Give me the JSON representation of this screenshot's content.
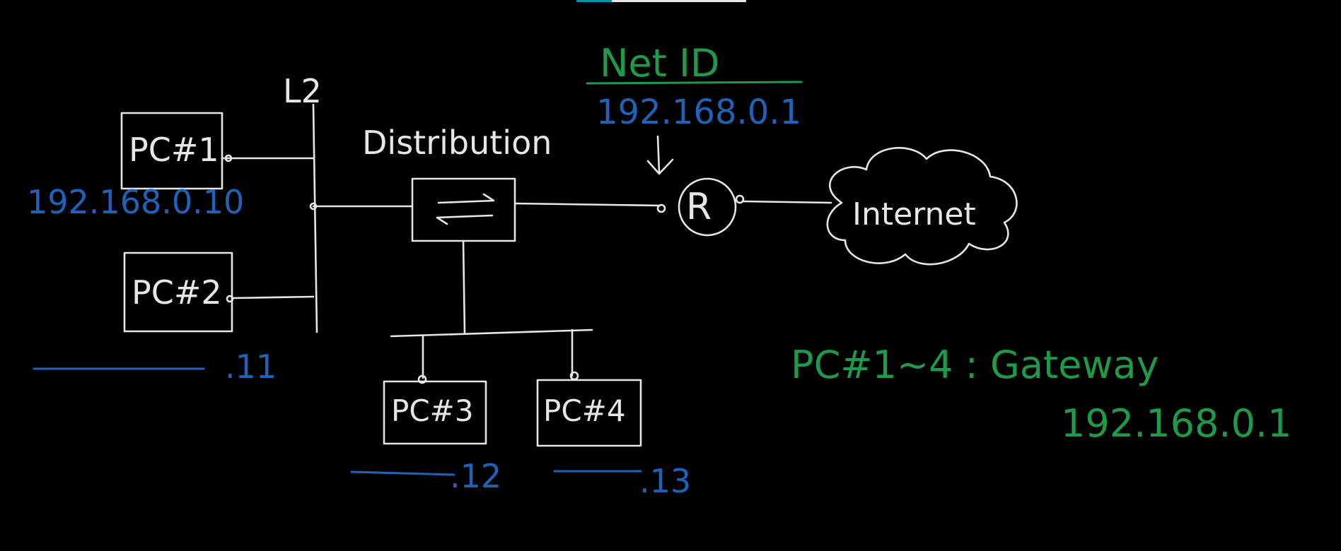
{
  "colors": {
    "background": "#000000",
    "ink_white": "#e6e6e6",
    "ink_blue": "#1f63b8",
    "ink_green": "#1e9a4a",
    "top_bar_teal": "#0b8fb0"
  },
  "switch_label": "L2",
  "distribution_label": "Distribution",
  "net_id": {
    "title": "Net ID",
    "address": "192.168.0.1"
  },
  "router_label": "R",
  "internet_label": "Internet",
  "pcs": [
    {
      "label": "PC#1",
      "ip": "192.168.0.10"
    },
    {
      "label": "PC#2",
      "ip": ".11"
    },
    {
      "label": "PC#3",
      "ip": ".12"
    },
    {
      "label": "PC#4",
      "ip": ".13"
    }
  ],
  "gateway": {
    "title": "PC#1~4 : Gateway",
    "address": "192.168.0.1"
  },
  "icons": {
    "switch": "switch-arrows-icon",
    "router": "router-icon",
    "cloud": "cloud-icon"
  }
}
